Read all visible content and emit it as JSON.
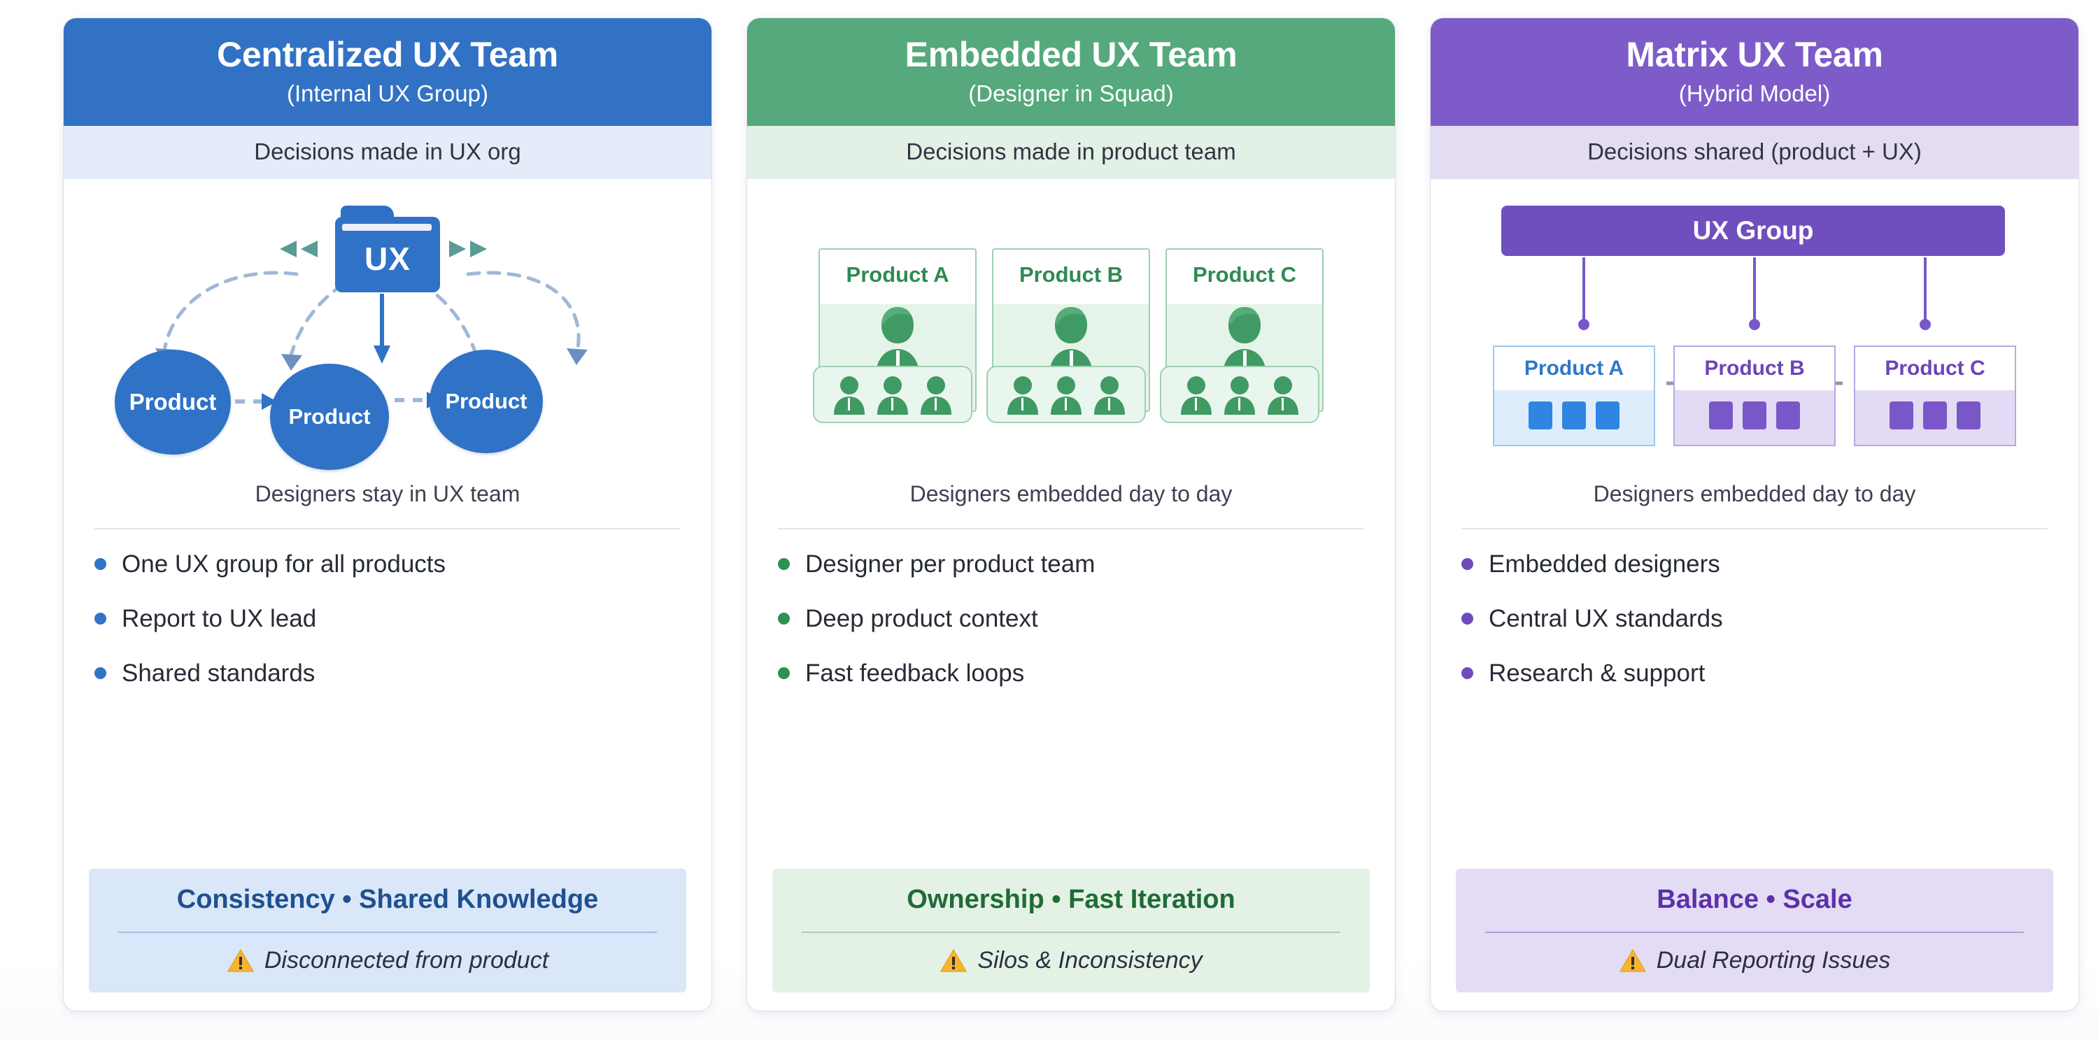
{
  "cards": [
    {
      "id": "centralized",
      "title": "Centralized UX Team",
      "subtitle": "(Internal UX Group)",
      "band": "Decisions made in UX org",
      "accent": "#3272c4",
      "band_bg": "#e3ecf8",
      "bullet_dot": "#2f74c8",
      "footer_bg": "#d9e7f8",
      "footer_text_color": "#1f508f",
      "diagram": {
        "type": "hub-and-spoke",
        "hub_label": "UX",
        "nodes": [
          "Product",
          "Product",
          "Product"
        ],
        "caption": "Designers stay in UX team"
      },
      "bullets": [
        "One UX group for all products",
        "Report to UX lead",
        "Shared standards"
      ],
      "footer": {
        "strengths": "Consistency • Shared Knowledge",
        "warning": "Disconnected from product",
        "warning_icon": "warning-triangle-icon"
      }
    },
    {
      "id": "embedded",
      "title": "Embedded UX Team",
      "subtitle": "(Designer in Squad)",
      "band": "Decisions made in product team",
      "accent": "#55a97c",
      "band_bg": "#e2f0e5",
      "bullet_dot": "#2e9151",
      "footer_bg": "#e4f2e5",
      "footer_text_color": "#1f6b37",
      "diagram": {
        "type": "product-columns",
        "columns": [
          "Product A",
          "Product B",
          "Product C"
        ],
        "designers_per_column": 1,
        "team_members_per_column": 3,
        "caption": "Designers embedded day to day"
      },
      "bullets": [
        "Designer per product team",
        "Deep product context",
        "Fast feedback loops"
      ],
      "footer": {
        "strengths": "Ownership • Fast Iteration",
        "warning": "Silos & Inconsistency",
        "warning_icon": "warning-triangle-icon"
      }
    },
    {
      "id": "matrix",
      "title": "Matrix UX Team",
      "subtitle": "(Hybrid Model)",
      "band": "Decisions shared (product + UX)",
      "accent": "#7d5cca",
      "band_bg": "#e4dcf2",
      "bullet_dot": "#6f4bbe",
      "footer_bg": "#e4dcf5",
      "footer_text_color": "#5b31a8",
      "diagram": {
        "type": "matrix",
        "group_label": "UX Group",
        "boxes": [
          {
            "label": "Product A",
            "color": "blue",
            "chips": 3
          },
          {
            "label": "Product B",
            "color": "purple",
            "chips": 3
          },
          {
            "label": "Product C",
            "color": "purple",
            "chips": 3
          }
        ],
        "caption": "Designers embedded day to day"
      },
      "bullets": [
        "Embedded designers",
        "Central UX standards",
        "Research & support"
      ],
      "footer": {
        "strengths": "Balance • Scale",
        "warning": "Dual Reporting Issues",
        "warning_icon": "warning-triangle-icon"
      }
    }
  ]
}
